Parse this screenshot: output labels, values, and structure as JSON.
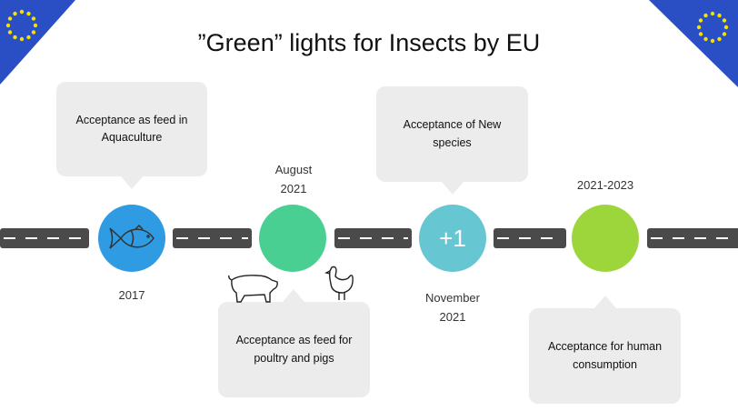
{
  "title": "”Green” lights for Insects by EU",
  "milestones": [
    {
      "date": "2017",
      "text": "Acceptance as feed in Aquaculture",
      "icon": "fish-icon",
      "color": "#2f9be3"
    },
    {
      "date": "August 2021",
      "text": "Acceptance as feed for poultry and pigs",
      "icon": "pig-and-chicken-icons",
      "color": "#48cf91"
    },
    {
      "date": "November 2021",
      "text": "Acceptance of New species",
      "icon_text": "+1",
      "color": "#66c6d1"
    },
    {
      "date": "2021-2023",
      "text": "Acceptance for human consumption",
      "color": "#9dd63a"
    }
  ],
  "colors": {
    "eu_blue": "#2a4fc4",
    "eu_star": "#f5e000",
    "road": "#4a4a4a",
    "bubble": "#ececec"
  }
}
